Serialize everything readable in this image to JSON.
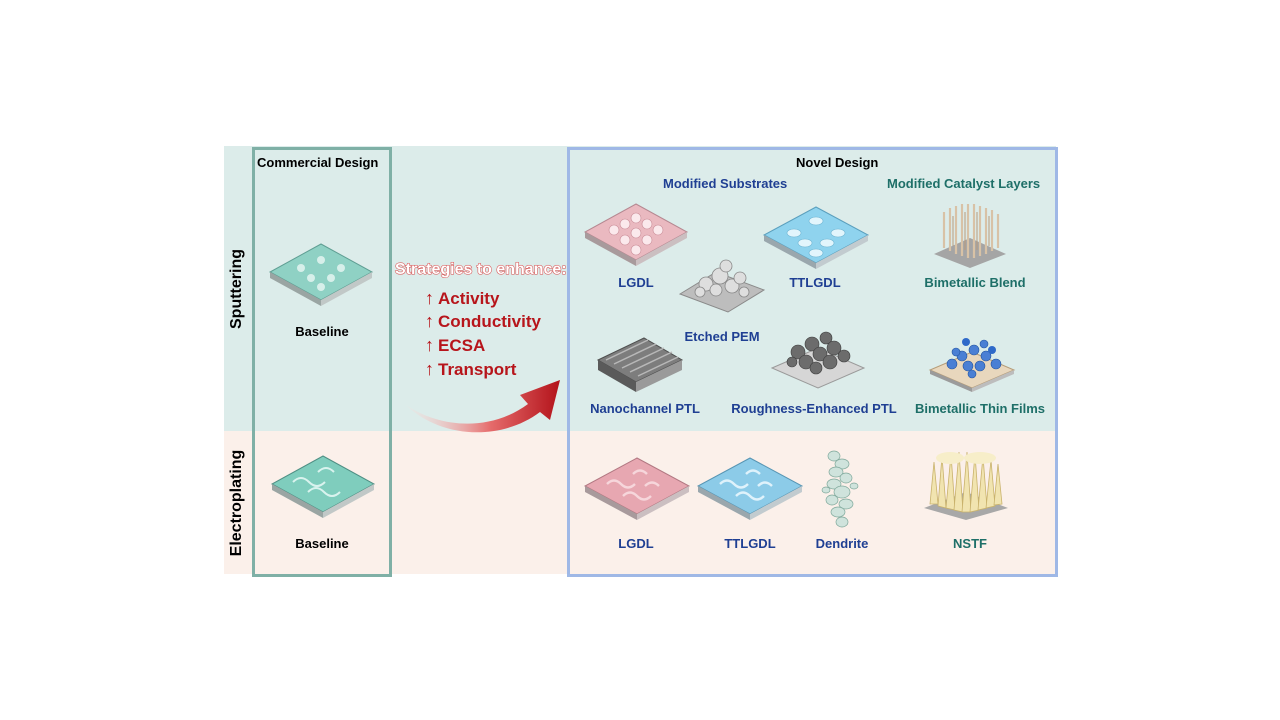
{
  "rows": {
    "sputtering": "Sputtering",
    "electroplating": "Electroplating"
  },
  "commercial": {
    "title": "Commercial Design",
    "sputtering_label": "Baseline",
    "electroplating_label": "Baseline"
  },
  "novel": {
    "title": "Novel Design",
    "modified_substrates": "Modified Substrates",
    "modified_catalyst_layers": "Modified Catalyst Layers",
    "sputtering": {
      "lgdl": "LGDL",
      "etched_pem": "Etched PEM",
      "ttlgdl": "TTLGDL",
      "bimetallic_blend": "Bimetallic Blend",
      "nanochannel_ptl": "Nanochannel PTL",
      "roughness_ptl": "Roughness-Enhanced PTL",
      "bimetallic_thin_films": "Bimetallic Thin Films"
    },
    "electroplating": {
      "lgdl": "LGDL",
      "ttlgdl": "TTLGDL",
      "dendrite": "Dendrite",
      "nstf": "NSTF"
    }
  },
  "strategies": {
    "title": "Strategies to enhance:",
    "arrow_symbol": "↑",
    "items": [
      "Activity",
      "Conductivity",
      "ECSA",
      "Transport"
    ]
  },
  "colors": {
    "sputtering_band": "#dcecea",
    "electroplating_band": "#fbf0ea",
    "commercial_border": "#7fb0a6",
    "novel_border": "#9fb8e6",
    "substrate_text": "#1f3f93",
    "catalyst_text": "#1e6f68",
    "strategy_text": "#b7151b"
  }
}
